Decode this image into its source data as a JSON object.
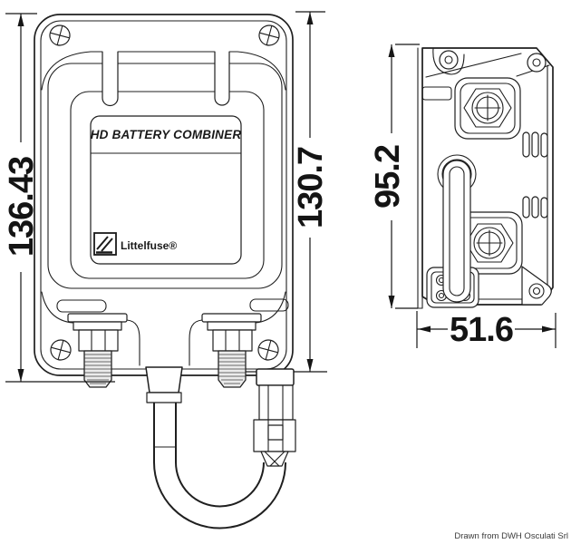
{
  "drawing": {
    "product_label": "HD BATTERY COMBINER",
    "brand": "Littelfuse®",
    "caption": "Drawn from DWH Osculati Srl",
    "dimensions": {
      "front_overall_height": "136.43",
      "front_body_height": "130.7",
      "side_height": "95.2",
      "side_width": "51.6"
    },
    "colors": {
      "line": "#1f1f1f",
      "background": "#ffffff",
      "thread_fill": "#ebebeb",
      "caption_text": "#3a3a3a"
    }
  }
}
